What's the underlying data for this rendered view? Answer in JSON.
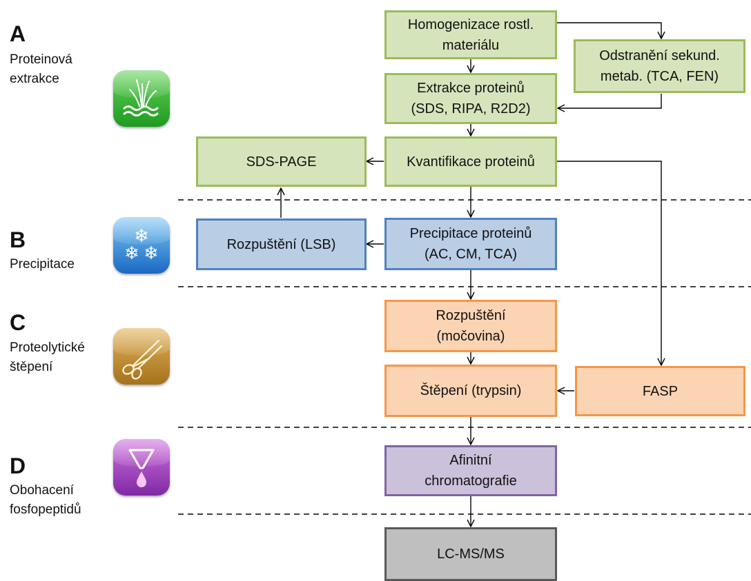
{
  "sections": [
    {
      "letter": "A",
      "label": "Proteinová\nextrakce",
      "icon": "grass-icon"
    },
    {
      "letter": "B",
      "label": "Precipitace",
      "icon": "snowflake-icon"
    },
    {
      "letter": "C",
      "label": "Proteolytické\nštěpení",
      "icon": "scissors-icon"
    },
    {
      "letter": "D",
      "label": "Obohacení\nfosfopeptidů",
      "icon": "funnel-drop-icon"
    }
  ],
  "boxes": {
    "homogenizace": "Homogenizace rostl.\nmateriálu",
    "odstraneni": "Odstranění sekund.\nmetab. (TCA, FEN)",
    "extrakce": "Extrakce proteinů\n(SDS, RIPA, R2D2)",
    "kvantifikace": "Kvantifikace proteinů",
    "sds_page": "SDS-PAGE",
    "precipitace": "Precipitace proteinů\n(AC, CM, TCA)",
    "rozpusteni_lsb": "Rozpuštění (LSB)",
    "rozpusteni_mocovina": "Rozpuštění\n(močovina)",
    "stepeni": "Štěpení (trypsin)",
    "fasp": "FASP",
    "afinitni": "Afinitní\nchromatografie",
    "lcms": "LC-MS/MS"
  },
  "colors": {
    "green_fill": "#d6e4bc",
    "green_border": "#9bbb59",
    "blue_fill": "#b9cde5",
    "blue_border": "#4f81bd",
    "orange_fill": "#fbd4b4",
    "orange_border": "#f79646",
    "purple_fill": "#ccc1da",
    "purple_border": "#8064a2",
    "gray_fill": "#bfbfbf",
    "gray_border": "#595959"
  }
}
